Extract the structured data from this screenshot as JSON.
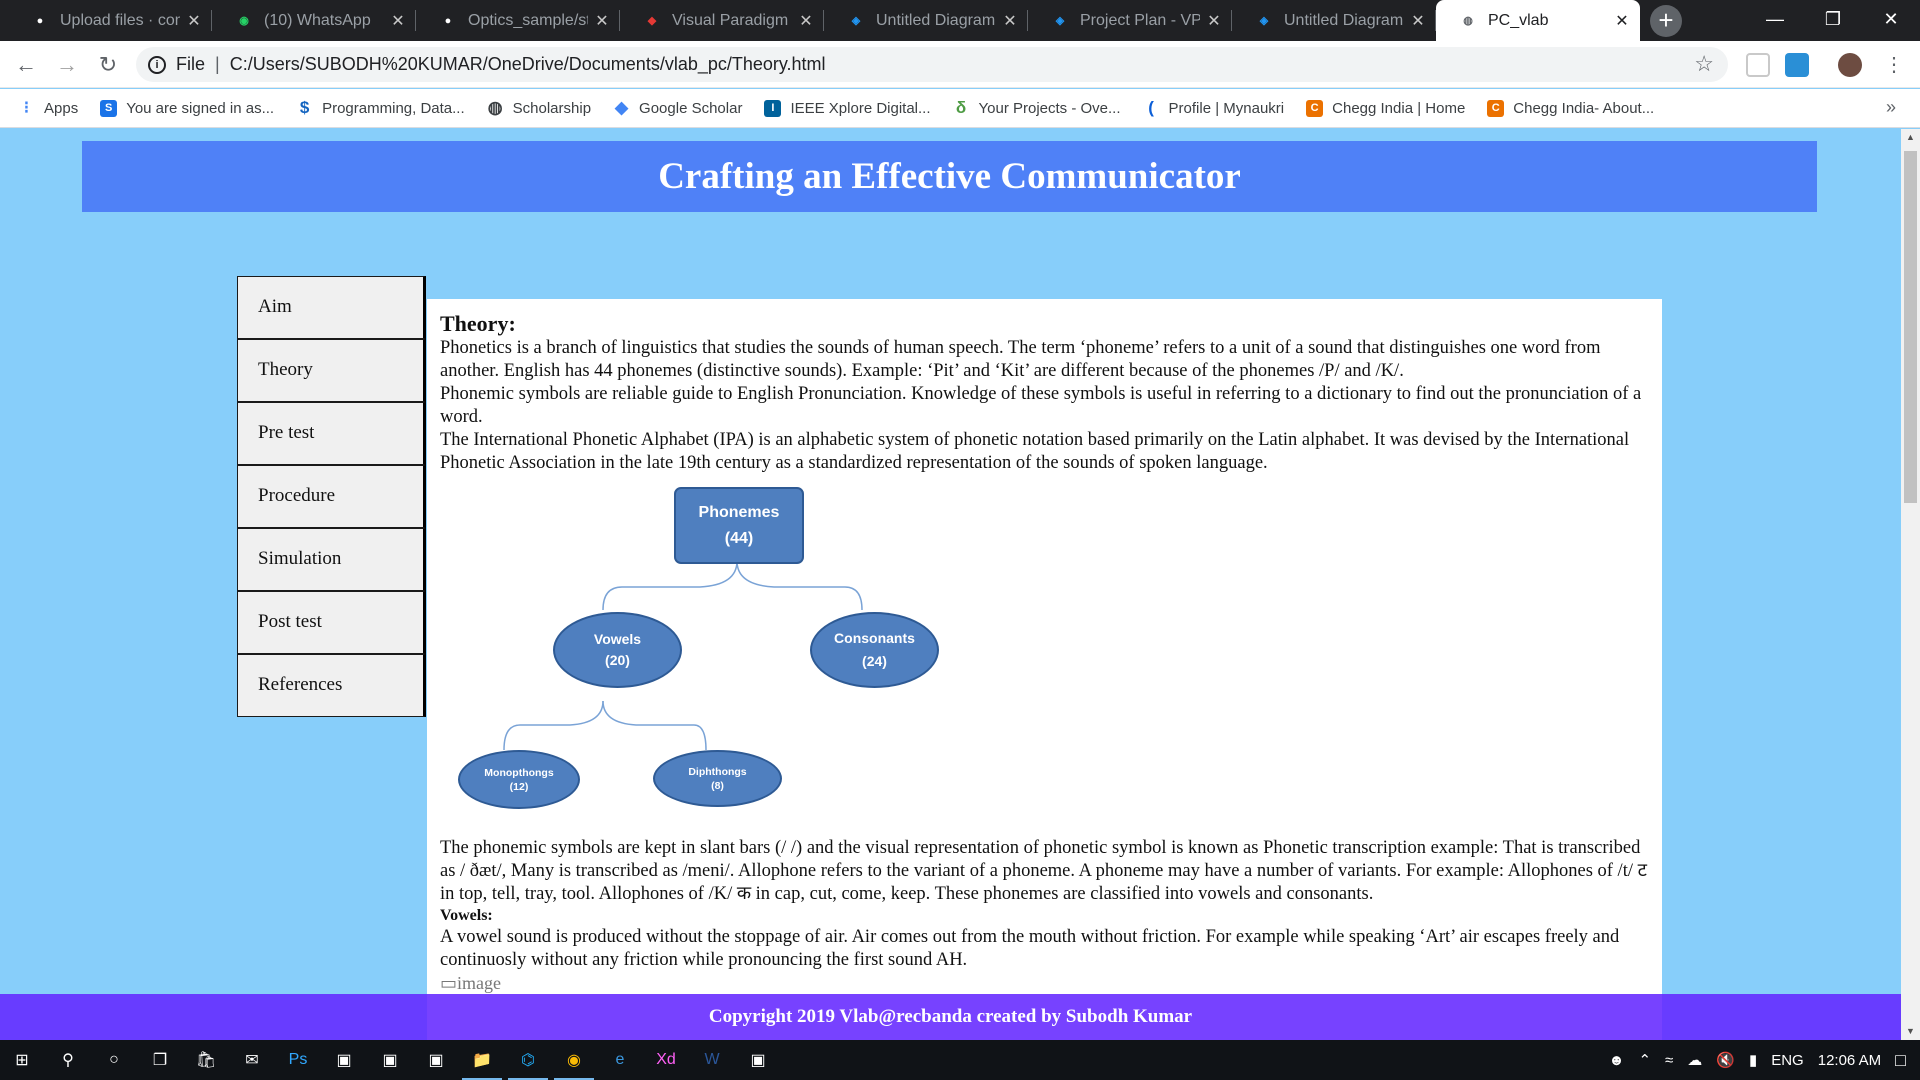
{
  "browser": {
    "tabs": [
      {
        "label": "Upload files · com",
        "icon": "github-icon",
        "color": "#ffffff"
      },
      {
        "label": "(10) WhatsApp",
        "icon": "whatsapp-icon",
        "color": "#25d366"
      },
      {
        "label": "Optics_sample/sto",
        "icon": "github-icon",
        "color": "#ffffff"
      },
      {
        "label": "Visual Paradigm O",
        "icon": "visual-paradigm-icon",
        "color": "#e53935"
      },
      {
        "label": "Untitled Diagram",
        "icon": "drawio-icon",
        "color": "#2196f3"
      },
      {
        "label": "Project Plan - VP O",
        "icon": "drawio-icon",
        "color": "#2196f3"
      },
      {
        "label": "Untitled Diagram",
        "icon": "drawio-icon",
        "color": "#2196f3"
      },
      {
        "label": "PC_vlab",
        "icon": "globe-icon",
        "color": "#5f6368"
      }
    ],
    "active_tab": 7,
    "file_label": "File",
    "url": "C:/Users/SUBODH%20KUMAR/OneDrive/Documents/vlab_pc/Theory.html",
    "bookmarks": [
      {
        "label": "Apps",
        "icon": "apps-grid-icon",
        "color": "#4285f4"
      },
      {
        "label": "You are signed in as...",
        "icon": "s-icon",
        "color": "#1a73e8"
      },
      {
        "label": "Programming, Data...",
        "icon": "dollar-icon",
        "color": "#1565c0"
      },
      {
        "label": "Scholarship",
        "icon": "globe-icon",
        "color": "#3c4043"
      },
      {
        "label": "Google Scholar",
        "icon": "scholar-icon",
        "color": "#4285f4"
      },
      {
        "label": "IEEE Xplore Digital...",
        "icon": "ieee-icon",
        "color": "#00629b"
      },
      {
        "label": "Your Projects - Ove...",
        "icon": "overleaf-icon",
        "color": "#4f9c45"
      },
      {
        "label": "Profile | Mynaukri",
        "icon": "naukri-icon",
        "color": "#0b5ed7"
      },
      {
        "label": "Chegg India | Home",
        "icon": "chegg-icon",
        "color": "#eb7100"
      },
      {
        "label": "Chegg India- About...",
        "icon": "chegg-icon",
        "color": "#eb7100"
      }
    ]
  },
  "page": {
    "header_title": "Crafting an Effective Communicator",
    "nav": [
      "Aim",
      "Theory",
      "Pre test",
      "Procedure",
      "Simulation",
      "Post test",
      "References"
    ],
    "theory_heading": "Theory:",
    "para1": "Phonetics is a branch of linguistics that studies the sounds of human speech. The term ‘phoneme’ refers to a unit of a sound that distinguishes one word from another. English has 44 phonemes (distinctive sounds). Example: ‘Pit’ and ‘Kit’ are different because of the phonemes /P/ and /K/.",
    "para2": "Phonemic symbols are reliable guide to English Pronunciation. Knowledge of these symbols is useful in referring to a dictionary to find out the pronunciation of a word.",
    "para3": "The International Phonetic Alphabet (IPA) is an alphabetic system of phonetic notation based primarily on the Latin alphabet. It was devised by the International Phonetic Association in the late 19th century as a standardized representation of the sounds of spoken language.",
    "diagram": {
      "root": {
        "label": "Phonemes",
        "count": "(44)"
      },
      "vowels": {
        "label": "Vowels",
        "count": "(20)"
      },
      "consonants": {
        "label": "Consonants",
        "count": "(24)"
      },
      "monophthongs": {
        "label": "Monopthongs",
        "count": "(12)"
      },
      "diphthongs": {
        "label": "Diphthongs",
        "count": "(8)"
      }
    },
    "para4": "The phonemic symbols are kept in slant bars (/ /) and the visual representation of phonetic symbol is known as Phonetic transcription example: That is transcribed as / ðæt/, Many is transcribed as /meni/. Allophone refers to the variant of a phoneme. A phoneme may have a number of variants. For example: Allophones of /t/ ट in top, tell, tray, tool. Allophones of /K/ क in cap, cut, come, keep. These phonemes are classified into vowels and consonants.",
    "vowels_heading": "Vowels:",
    "para5": "A vowel sound is produced without the stoppage of air. Air comes out from the mouth without friction. For example while speaking ‘Art’ air escapes freely and continuosly without any friction while pronouncing the first sound AH.",
    "broken_image_alt": "image",
    "footer": "Copyright 2019 Vlab@recbanda created by Subodh Kumar"
  },
  "taskbar": {
    "apps": [
      "start-icon",
      "search-icon",
      "cortana-icon",
      "task-view-icon",
      "store-icon",
      "mail-icon",
      "photoshop-icon",
      "app-icon",
      "app-icon",
      "app-icon",
      "file-explorer-icon",
      "vscode-icon",
      "chrome-icon",
      "edge-icon",
      "xd-icon",
      "word-icon",
      "app-icon"
    ],
    "language": "ENG",
    "time": "12:06 AM"
  }
}
